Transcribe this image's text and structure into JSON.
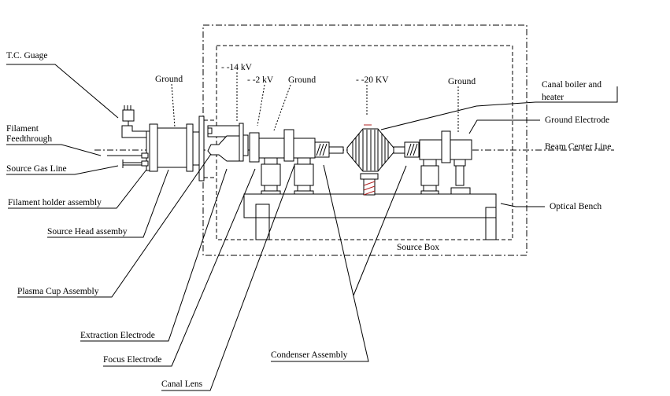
{
  "diagram": {
    "callouts_left": {
      "tc_gauge": "T.C. Guage",
      "filament_feedthrough_line1": "Filament",
      "filament_feedthrough_line2": "Feedthrough",
      "source_gas_line": "Source Gas Line",
      "filament_holder": "Filament holder assembly",
      "source_head": "Source Head assemby",
      "plasma_cup": "Plasma Cup Assembly",
      "extraction_electrode": "Extraction Electrode",
      "focus_electrode": "Focus Electrode",
      "canal_lens": "Canal Lens",
      "condenser_assembly": "Condenser Assembly"
    },
    "callouts_right": {
      "canal_boiler_line1": "Canal boiler and",
      "canal_boiler_line2": "heater",
      "ground_electrode": "Ground Electrode",
      "beam_center_line": "Beam Center Line",
      "optical_bench": "Optical Bench"
    },
    "potentials": {
      "ground_source_head": "Ground",
      "extraction": "- -14 kV",
      "focus": "- -2 kV",
      "canal_ground": "Ground",
      "condenser": "- -20 KV",
      "ground_electrode": "Ground"
    },
    "source_box": "Source Box",
    "colors": {
      "line": "#000000",
      "heater": "#b22222",
      "background": "#ffffff"
    }
  }
}
